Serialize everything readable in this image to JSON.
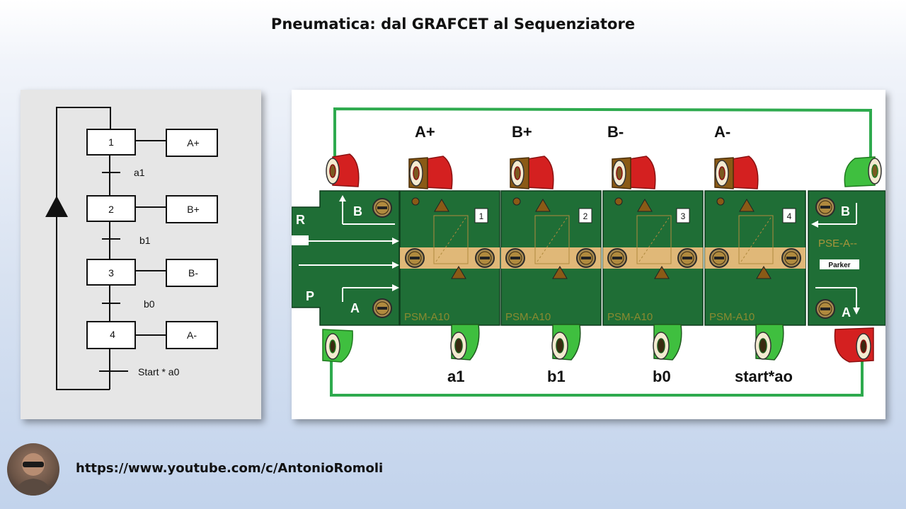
{
  "title": "Pneumatica: dal GRAFCET al Sequenziatore",
  "url": "https://www.youtube.com/c/AntonioRomoli",
  "grafcet": {
    "steps": [
      {
        "num": "1",
        "action": "A+",
        "transition": "a1"
      },
      {
        "num": "2",
        "action": "B+",
        "transition": "b1"
      },
      {
        "num": "3",
        "action": "B-",
        "transition": "b0"
      },
      {
        "num": "4",
        "action": "A-",
        "transition": "Start * a0"
      }
    ]
  },
  "sequencer": {
    "top_labels": [
      "A+",
      "B+",
      "B-",
      "A-"
    ],
    "bottom_labels": [
      "a1",
      "b1",
      "b0",
      "start*ao"
    ],
    "module_numbers": [
      "1",
      "2",
      "3",
      "4"
    ],
    "module_model": "PSM-A10",
    "left_port_labels": {
      "r": "R",
      "p": "P",
      "b": "B",
      "a": "A"
    },
    "right_port_labels": {
      "b": "B",
      "a": "A"
    },
    "end_model": "PSE-A--",
    "brand": "Parker"
  },
  "colors": {
    "module_green": "#1f6e36",
    "line_green": "#2eaa4e",
    "red": "#d42020",
    "light_green": "#3fbf3f",
    "brown": "#8a5a16"
  }
}
